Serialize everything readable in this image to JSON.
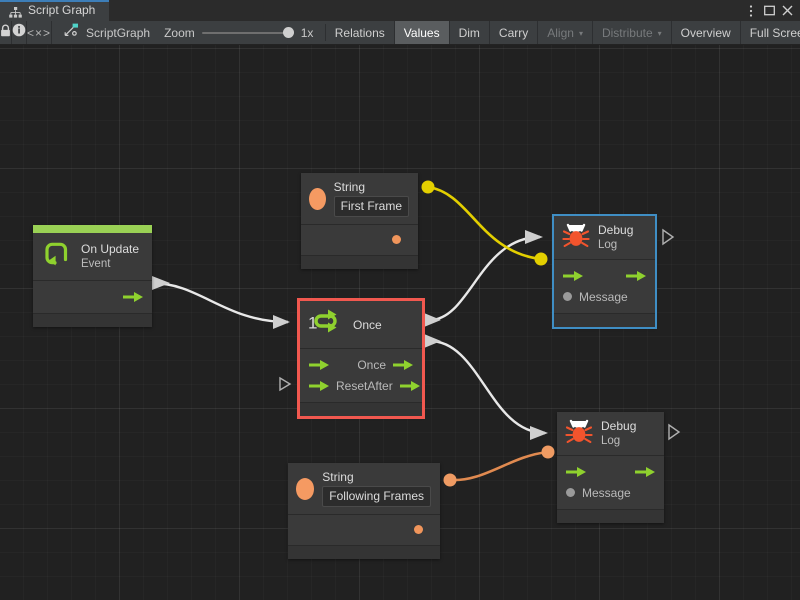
{
  "window": {
    "tab_label": "Script Graph",
    "tab_icon": "hierarchy-icon",
    "controls": {
      "menu": "kebab-menu-icon",
      "maximize": "maximize-icon",
      "close": "close-icon"
    }
  },
  "toolbar": {
    "lock_icon": "lock-icon",
    "info_icon": "info-icon",
    "code_label": "<×>",
    "breadcrumb_icon": "script-graph-icon",
    "breadcrumb_label": "ScriptGraph",
    "zoom_label": "Zoom",
    "zoom_value": "1x",
    "zoom_slider_percent": 100,
    "buttons": [
      {
        "label": "Relations",
        "state": "normal"
      },
      {
        "label": "Values",
        "state": "active"
      },
      {
        "label": "Dim",
        "state": "normal"
      },
      {
        "label": "Carry",
        "state": "normal"
      },
      {
        "label": "Align",
        "state": "disabled",
        "caret": "▾"
      },
      {
        "label": "Distribute",
        "state": "disabled",
        "caret": "▾"
      },
      {
        "label": "Overview",
        "state": "normal"
      },
      {
        "label": "Full Screen",
        "state": "normal"
      }
    ]
  },
  "graph": {
    "nodes": {
      "on_update": {
        "title": "On Update",
        "subtitle": "Event",
        "icon": "update-loop-icon",
        "accent_color": "#9ad155",
        "output_flow": "flow-out-arrow",
        "selected": false
      },
      "string_first": {
        "title": "String",
        "value": "First Frame",
        "icon": "string-value-icon",
        "output_port": "value-out-dot",
        "selected": false
      },
      "string_following": {
        "title": "String",
        "value": "Following Frames",
        "icon": "string-value-icon",
        "output_port": "value-out-dot",
        "selected": false
      },
      "once": {
        "title": "Once",
        "icon": "once-loop-icon",
        "selected": true,
        "selection_color": "#f1584f",
        "ports": {
          "in_flow": "",
          "out_once": "Once",
          "in_reset": "Reset",
          "out_after": "After"
        }
      },
      "debug_log_top": {
        "title": "Debug",
        "subtitle": "Log",
        "icon": "bug-icon",
        "message_port": "Message",
        "selected": true,
        "selection_color": "#3f8ec4"
      },
      "debug_log_bottom": {
        "title": "Debug",
        "subtitle": "Log",
        "icon": "bug-icon",
        "message_port": "Message",
        "selected": false
      }
    },
    "connections": [
      {
        "name": "on-update-to-once",
        "type": "flow",
        "color": "#e8e8e8"
      },
      {
        "name": "once-out-to-debug-top",
        "type": "flow",
        "color": "#e8e8e8"
      },
      {
        "name": "after-out-to-debug-bottom",
        "type": "flow",
        "color": "#e8e8e8"
      },
      {
        "name": "first-frame-to-debug-top-message",
        "type": "value",
        "color": "#e3cf00"
      },
      {
        "name": "following-frames-to-debug-bottom-message",
        "type": "value",
        "color": "#e08a50"
      }
    ]
  }
}
